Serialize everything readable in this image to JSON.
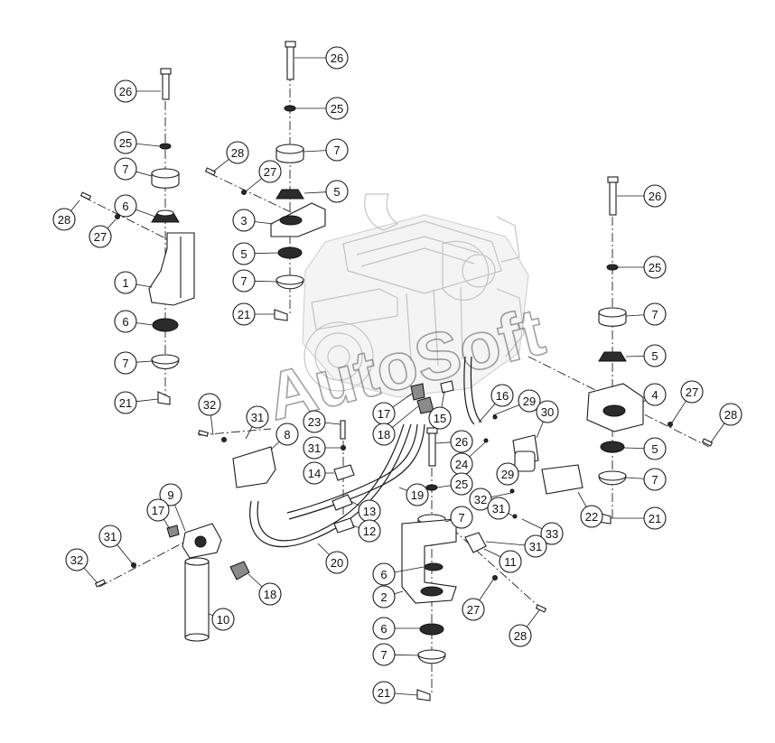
{
  "watermark": "AutoSoft",
  "callouts": [
    {
      "label": "26"
    },
    {
      "label": "25"
    },
    {
      "label": "7"
    },
    {
      "label": "28"
    },
    {
      "label": "27"
    },
    {
      "label": "6"
    },
    {
      "label": "1"
    },
    {
      "label": "6"
    },
    {
      "label": "7"
    },
    {
      "label": "21"
    },
    {
      "label": "26"
    },
    {
      "label": "25"
    },
    {
      "label": "7"
    },
    {
      "label": "28"
    },
    {
      "label": "27"
    },
    {
      "label": "5"
    },
    {
      "label": "3"
    },
    {
      "label": "5"
    },
    {
      "label": "7"
    },
    {
      "label": "21"
    },
    {
      "label": "26"
    },
    {
      "label": "25"
    },
    {
      "label": "7"
    },
    {
      "label": "5"
    },
    {
      "label": "4"
    },
    {
      "label": "27"
    },
    {
      "label": "28"
    },
    {
      "label": "5"
    },
    {
      "label": "7"
    },
    {
      "label": "21"
    },
    {
      "label": "32"
    },
    {
      "label": "31"
    },
    {
      "label": "8"
    },
    {
      "label": "23"
    },
    {
      "label": "31"
    },
    {
      "label": "14"
    },
    {
      "label": "17"
    },
    {
      "label": "18"
    },
    {
      "label": "15"
    },
    {
      "label": "16"
    },
    {
      "label": "29"
    },
    {
      "label": "30"
    },
    {
      "label": "26"
    },
    {
      "label": "24"
    },
    {
      "label": "29"
    },
    {
      "label": "25"
    },
    {
      "label": "19"
    },
    {
      "label": "32"
    },
    {
      "label": "22"
    },
    {
      "label": "31"
    },
    {
      "label": "33"
    },
    {
      "label": "31"
    },
    {
      "label": "7"
    },
    {
      "label": "13"
    },
    {
      "label": "12"
    },
    {
      "label": "11"
    },
    {
      "label": "20"
    },
    {
      "label": "9"
    },
    {
      "label": "17"
    },
    {
      "label": "31"
    },
    {
      "label": "32"
    },
    {
      "label": "18"
    },
    {
      "label": "10"
    },
    {
      "label": "6"
    },
    {
      "label": "2"
    },
    {
      "label": "27"
    },
    {
      "label": "28"
    },
    {
      "label": "6"
    },
    {
      "label": "7"
    },
    {
      "label": "21"
    }
  ]
}
